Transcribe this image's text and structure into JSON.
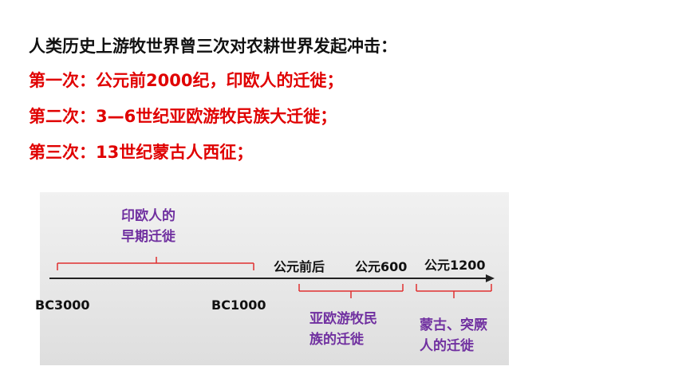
{
  "text": {
    "intro": "人类历史上游牧世界曾三次对农耕世界发起冲击：",
    "first": "第一次：公元前2000纪，印欧人的迁徙；",
    "second": "第二次：3—6世纪亚欧游牧民族大迁徙；",
    "third": "第三次：13世纪蒙古人西征；"
  },
  "timeline": {
    "ticks": {
      "bc3000": "BC3000",
      "bc1000": "BC1000",
      "bc_ad": "公元前后",
      "ad600": "公元600",
      "ad1200": "公元1200"
    },
    "events": {
      "indo_line1": "印欧人的",
      "indo_line2": "早期迁徙",
      "eurasia_line1": "亚欧游牧民",
      "eurasia_line2": "族的迁徙",
      "mongol_line1": "蒙古、突厥",
      "mongol_line2": "人的迁徙"
    }
  },
  "colors": {
    "heading": "#111111",
    "accent_red": "#e00000",
    "event_purple": "#7030a0",
    "bracket_red": "#e03030"
  }
}
